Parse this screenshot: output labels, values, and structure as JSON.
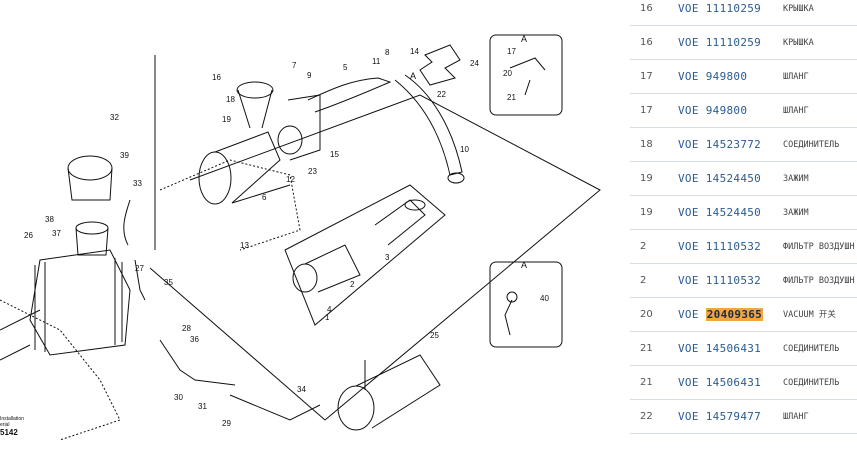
{
  "diagram": {
    "callouts": [
      "1",
      "2",
      "3",
      "4",
      "5",
      "6",
      "7",
      "8",
      "9",
      "10",
      "11",
      "12",
      "13",
      "14",
      "15",
      "16",
      "17",
      "18",
      "19",
      "20",
      "21",
      "22",
      "23",
      "24",
      "25",
      "26",
      "27",
      "28",
      "29",
      "30",
      "31",
      "32",
      "33",
      "34",
      "35",
      "36",
      "37",
      "38",
      "39",
      "40"
    ],
    "detail_label": "A",
    "corner_text_1": "Installation",
    "corner_text_2": "erial",
    "corner_number": "5142"
  },
  "parts": [
    {
      "num": "16",
      "prefix": "VOE",
      "code": "11110259",
      "name": "КРЫШКА",
      "highlight": false
    },
    {
      "num": "16",
      "prefix": "VOE",
      "code": "11110259",
      "name": "КРЫШКА",
      "highlight": false
    },
    {
      "num": "17",
      "prefix": "VOE",
      "code": "949800",
      "name": "ШЛАНГ",
      "highlight": false
    },
    {
      "num": "17",
      "prefix": "VOE",
      "code": "949800",
      "name": "ШЛАНГ",
      "highlight": false
    },
    {
      "num": "18",
      "prefix": "VOE",
      "code": "14523772",
      "name": "СОЕДИНИТЕЛЬ",
      "highlight": false
    },
    {
      "num": "19",
      "prefix": "VOE",
      "code": "14524450",
      "name": "ЗАЖИМ",
      "highlight": false
    },
    {
      "num": "19",
      "prefix": "VOE",
      "code": "14524450",
      "name": "ЗАЖИМ",
      "highlight": false
    },
    {
      "num": "2",
      "prefix": "VOE",
      "code": "11110532",
      "name": "ФИЛЬТР ВОЗДУШН",
      "highlight": false
    },
    {
      "num": "2",
      "prefix": "VOE",
      "code": "11110532",
      "name": "ФИЛЬТР ВОЗДУШН",
      "highlight": false
    },
    {
      "num": "20",
      "prefix": "VOE",
      "code": "20409365",
      "name": "VACUUM 开关",
      "highlight": true
    },
    {
      "num": "21",
      "prefix": "VOE",
      "code": "14506431",
      "name": "СОЕДИНИТЕЛЬ",
      "highlight": false
    },
    {
      "num": "21",
      "prefix": "VOE",
      "code": "14506431",
      "name": "СОЕДИНИТЕЛЬ",
      "highlight": false
    },
    {
      "num": "22",
      "prefix": "VOE",
      "code": "14579477",
      "name": "ШЛАНГ",
      "highlight": false
    }
  ]
}
